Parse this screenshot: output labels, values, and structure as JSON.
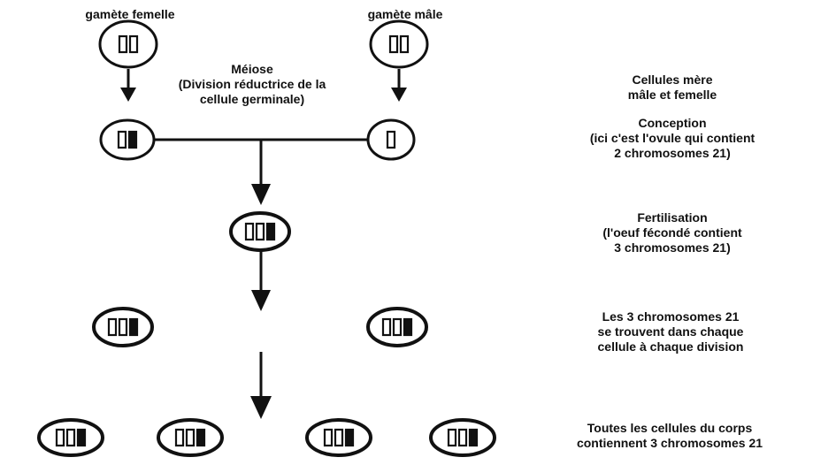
{
  "labels": {
    "female_gamete": "gamète femelle",
    "male_gamete": "gamète mâle",
    "meiosis": [
      "Méiose",
      "(Division réductrice de la",
      "cellule germinale)"
    ],
    "parent_cells": [
      "Cellules mère",
      "mâle et femelle"
    ],
    "conception": [
      "Conception",
      "(ici c'est l'ovule qui contient",
      "2 chromosomes 21)"
    ],
    "fertilisation": [
      "Fertilisation",
      "(l'oeuf fécondé contient",
      "3 chromosomes 21)"
    ],
    "division": [
      "Les 3 chromosomes 21",
      "se trouvent dans chaque",
      "cellule à chaque division"
    ],
    "all_cells": [
      "Toutes les cellules du corps",
      "contiennent 3 chromosomes 21"
    ]
  },
  "cells": {
    "female_parent": [
      "white",
      "white"
    ],
    "male_parent": [
      "white",
      "white"
    ],
    "ovule": [
      "white",
      "black"
    ],
    "sperm": [
      "white"
    ],
    "zygote": [
      "white",
      "white",
      "black"
    ],
    "division_cell": [
      "white",
      "white",
      "black"
    ],
    "body_cell": [
      "white",
      "white",
      "black"
    ]
  },
  "colors": {
    "ink": "#111111",
    "background": "#ffffff"
  }
}
